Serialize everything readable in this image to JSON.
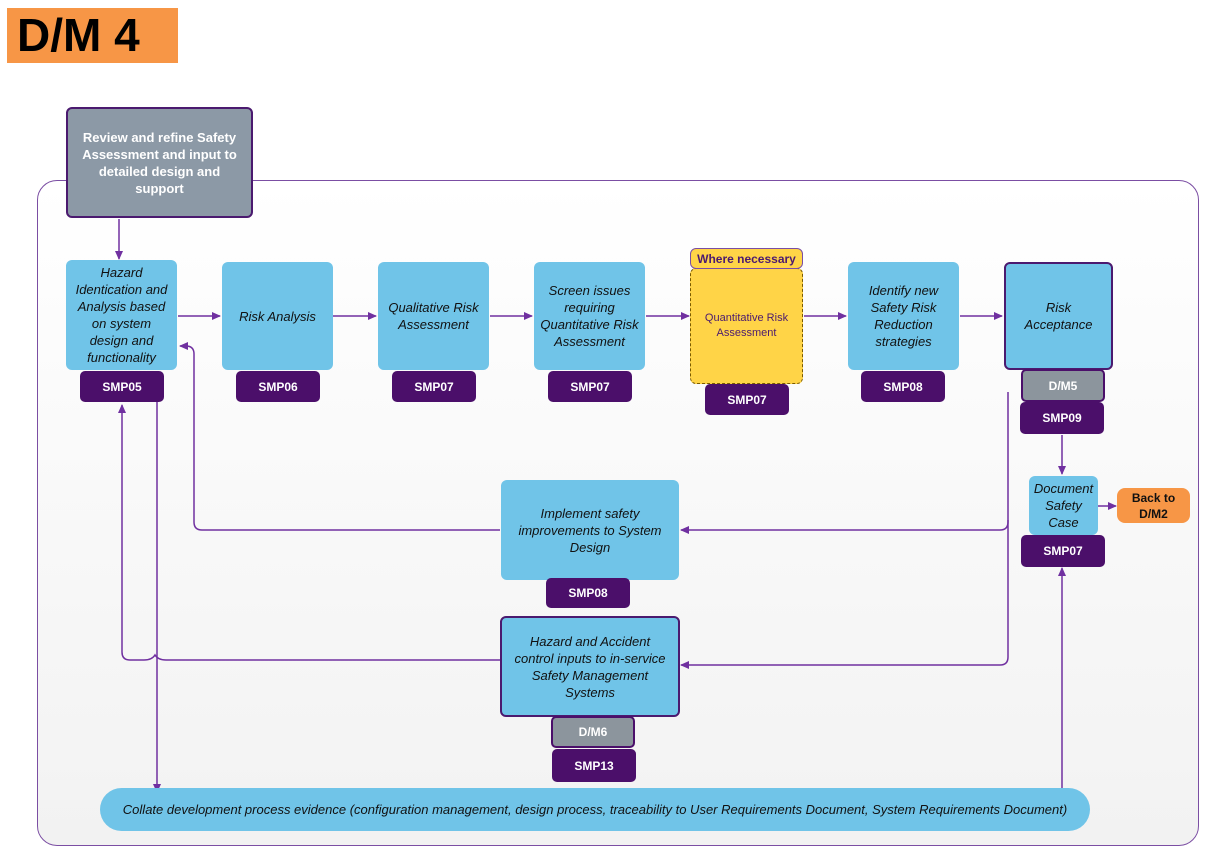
{
  "title": "D/M 4",
  "nodes": {
    "review": "Review and refine Safety Assessment and input to detailed design and support",
    "hazard_identification": "Hazard Identication and Analysis based on system design and functionality",
    "risk_analysis": "Risk Analysis",
    "qualitative": "Qualitative Risk Assessment",
    "screen_issues": "Screen issues requiring Quantitative Risk Assessment",
    "where_necessary": "Where necessary",
    "quantitative": "Quantitative Risk Assessment",
    "identify_new": "Identify new Safety Risk Reduction strategies",
    "risk_acceptance": "Risk Acceptance",
    "document_safety_case": "Document Safety Case",
    "back_to": "Back to D/M2",
    "implement_safety": "Implement safety improvements to System Design",
    "hazard_accident": "Hazard and Accident control inputs to in-service Safety Management Systems",
    "collate": "Collate development process evidence (configuration management, design process, traceability to User Requirements Document, System Requirements Document)"
  },
  "tags": {
    "smp05": "SMP05",
    "smp06": "SMP06",
    "smp07_a": "SMP07",
    "smp07_b": "SMP07",
    "smp07_c": "SMP07",
    "smp08_a": "SMP08",
    "dm5": "D/M5",
    "smp09": "SMP09",
    "smp07_d": "SMP07",
    "smp08_b": "SMP08",
    "dm6": "D/M6",
    "smp13": "SMP13"
  },
  "colors": {
    "process_box": "#70c4e8",
    "tag": "#4b0f6a",
    "arrow": "#7030a0",
    "highlight": "#ffd447",
    "title_badge": "#f79646",
    "review_box": "#8c99a6"
  }
}
